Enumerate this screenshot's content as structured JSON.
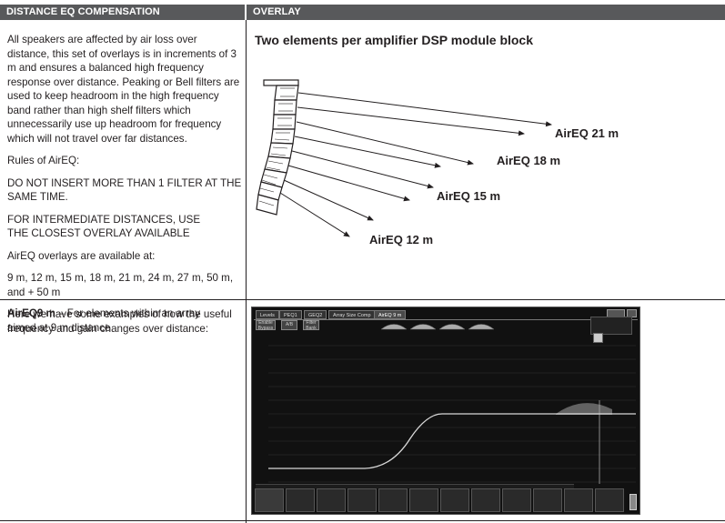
{
  "headers": {
    "left": "DISTANCE EQ COMPENSATION",
    "right": "OVERLAY"
  },
  "intro": {
    "paragraph": "All speakers are affected by air loss over distance, this set of overlays is in increments of 3 m and ensures a balanced high frequency response over distance. Peaking or Bell filters are used to keep headroom in the high frequency band rather than high shelf filters which unnecessarily use up headroom for frequency which will not travel over far distances.",
    "rules_title": "Rules of AirEQ:",
    "rule1": "DO NOT INSERT MORE THAN 1 FILTER AT THE SAME TIME.",
    "rule2": "FOR INTERMEDIATE DISTANCES, USE THE CLOSEST OVERLAY AVAILABLE",
    "available_title": "AirEQ overlays are available at:",
    "available_list": "9 m, 12 m, 15 m, 18 m, 21 m, 24 m, 27 m, 50 m, and + 50 m",
    "examples": "Here we have some examples of how the useful frequency and gain changes over distance:"
  },
  "diagram": {
    "title": "Two elements per amplifier DSP module block",
    "labels": [
      "AirEQ 21 m",
      "AirEQ 18 m",
      "AirEQ 15 m",
      "AirEQ 12 m"
    ]
  },
  "airEQ9": {
    "name": "AirEQ9 m",
    "description": " – For elements within an array aimed at 9 m distance"
  },
  "screenshot": {
    "tabs": [
      "Levels",
      "PEQ1",
      "GEQ2",
      "Array Size Comp",
      "AirEQ 9 m"
    ],
    "buttons": [
      "Enable Bypass",
      "A/B",
      "Filter Bank"
    ]
  }
}
